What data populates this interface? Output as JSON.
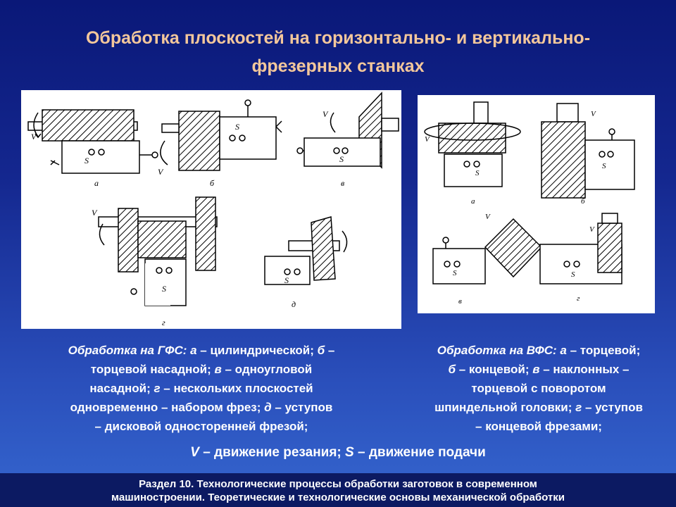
{
  "title": {
    "line1": "Обработка плоскостей на горизонтально- и вертикально-",
    "line2": "фрезерных станках"
  },
  "left_figure": {
    "labels": [
      "а",
      "б",
      "в",
      "г",
      "д"
    ],
    "symbols": {
      "v": "V",
      "s": "S"
    }
  },
  "right_figure": {
    "labels": [
      "а",
      "б",
      "в",
      "г"
    ],
    "symbols": {
      "v": "V",
      "s": "S"
    }
  },
  "caption_left": {
    "lead": "Обработка на ГФС:",
    "l1_a": " а",
    "l1_b": " – цилиндрической; ",
    "l1_c": "б",
    "l1_d": " –",
    "l2_a": "торцевой насадной; ",
    "l2_b": "в",
    "l2_c": " – одноугловой",
    "l3_a": "насадной; ",
    "l3_b": "г",
    "l3_c": " – нескольких плоскостей",
    "l4_a": "одновременно – набором фрез; ",
    "l4_b": "д",
    "l4_c": " – уступов",
    "l5": "– дисковой односторенней фрезой;"
  },
  "caption_right": {
    "lead": "Обработка на ВФС:",
    "l1_a": " а",
    "l1_b": " – торцевой;",
    "l2_a": "б",
    "l2_b": " – концевой; ",
    "l2_c": "в",
    "l2_d": " – наклонных –",
    "l3": "торцевой с поворотом",
    "l4_a": "шпиндельной головки; ",
    "l4_b": "г",
    "l4_c": " – уступов",
    "l5": "– концевой фрезами;"
  },
  "legend": {
    "v": "V",
    "v_text": " – движение резания; ",
    "s": "S",
    "s_text": " – движение подачи"
  },
  "footer": {
    "line1": "Раздел 10. Технологические процессы обработки заготовок в современном",
    "line2": "машиностроении. Теоретические и технологические основы механической обработки"
  },
  "colors": {
    "background_top": "#0a1878",
    "background_bottom": "#3566cf",
    "title": "#f3c79b",
    "text": "#ffffff",
    "footer_band": "#0c1a62"
  }
}
